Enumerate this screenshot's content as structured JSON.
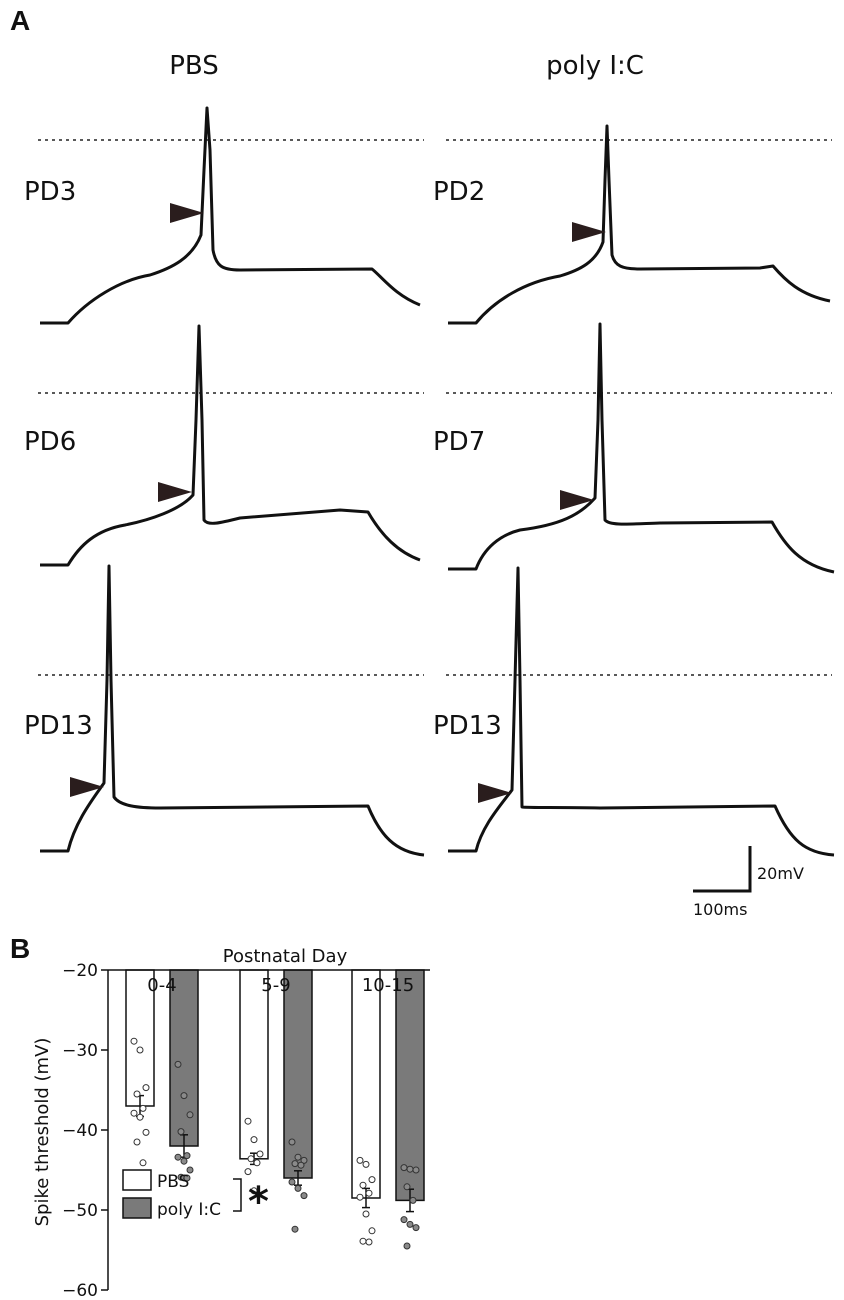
{
  "panels": {
    "a_label": "A",
    "b_label": "B"
  },
  "traces": {
    "columns": [
      "PBS",
      "poly I:C"
    ],
    "rows": [
      {
        "left_label": "PD3",
        "right_label": "PD2"
      },
      {
        "left_label": "PD6",
        "right_label": "PD7"
      },
      {
        "left_label": "PD13",
        "right_label": "PD13"
      }
    ],
    "scale_bar": {
      "voltage": "20mV",
      "time": "100ms"
    },
    "colors": {
      "trace": "#111111",
      "arrowhead": "#2a1d1d",
      "threshold_line": "#222222"
    }
  },
  "chart_data": {
    "type": "bar",
    "title": "Postnatal Day",
    "categories": [
      "0-4",
      "5-9",
      "10-15"
    ],
    "ylabel": "Spike threshold (mV)",
    "ylim": [
      -60,
      -20
    ],
    "yticks": [
      "-20",
      "-30",
      "-40",
      "-50",
      "-60"
    ],
    "series": [
      {
        "name": "PBS",
        "color": "#ffffff",
        "values": [
          -37.0,
          -43.6,
          -48.5
        ],
        "sem": [
          1.3,
          0.7,
          1.2
        ],
        "points": [
          [
            -28.9,
            -30.0,
            -34.7,
            -35.5,
            -37.3,
            -37.9,
            -38.4,
            -40.3,
            -41.5,
            -44.1
          ],
          [
            -38.9,
            -41.2,
            -43.0,
            -43.6,
            -44.1,
            -45.2,
            -47.6
          ],
          [
            -43.8,
            -44.3,
            -46.2,
            -46.9,
            -47.9,
            -48.4,
            -50.5,
            -52.6,
            -53.9,
            -54.0
          ]
        ]
      },
      {
        "name": "poly I:C",
        "color": "#7a7a7a",
        "values": [
          -42.0,
          -46.0,
          -48.8
        ],
        "sem": [
          1.4,
          0.9,
          1.4
        ],
        "points": [
          [
            -31.8,
            -35.7,
            -38.1,
            -40.2,
            -43.2,
            -43.4,
            -43.9,
            -45.0,
            -45.9,
            -46.0
          ],
          [
            -41.5,
            -43.4,
            -43.8,
            -44.2,
            -44.4,
            -46.5,
            -47.3,
            -48.2,
            -52.4
          ],
          [
            -44.7,
            -44.9,
            -45.0,
            -47.1,
            -48.8,
            -51.2,
            -51.8,
            -52.2,
            -54.5
          ]
        ]
      }
    ],
    "significance": "*"
  }
}
